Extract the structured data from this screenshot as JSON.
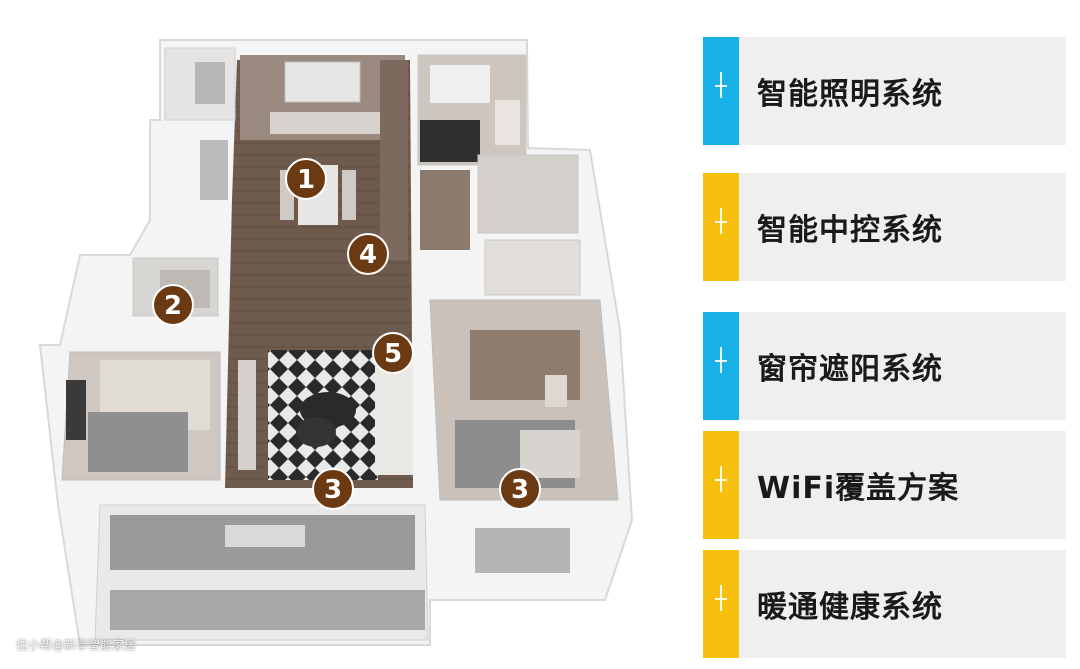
{
  "markers": [
    "1",
    "2",
    "3",
    "3",
    "4",
    "5"
  ],
  "legend": {
    "items": [
      {
        "label": "智能照明系统",
        "color": "#17b1e8"
      },
      {
        "label": "智能中控系统",
        "color": "#f7bf0e"
      },
      {
        "label": "窗帘遮阳系统",
        "color": "#17b1e8"
      },
      {
        "label": "WiFi覆盖方案",
        "color": "#f7bf0e"
      },
      {
        "label": "暖通健康系统",
        "color": "#f7bf0e"
      }
    ]
  },
  "watermark": "住小帮@新享智能家居",
  "colors": {
    "marker_fill": "#6b3a12",
    "floor_wood": "#6f5a4c",
    "wall": "#f3f3f3"
  }
}
